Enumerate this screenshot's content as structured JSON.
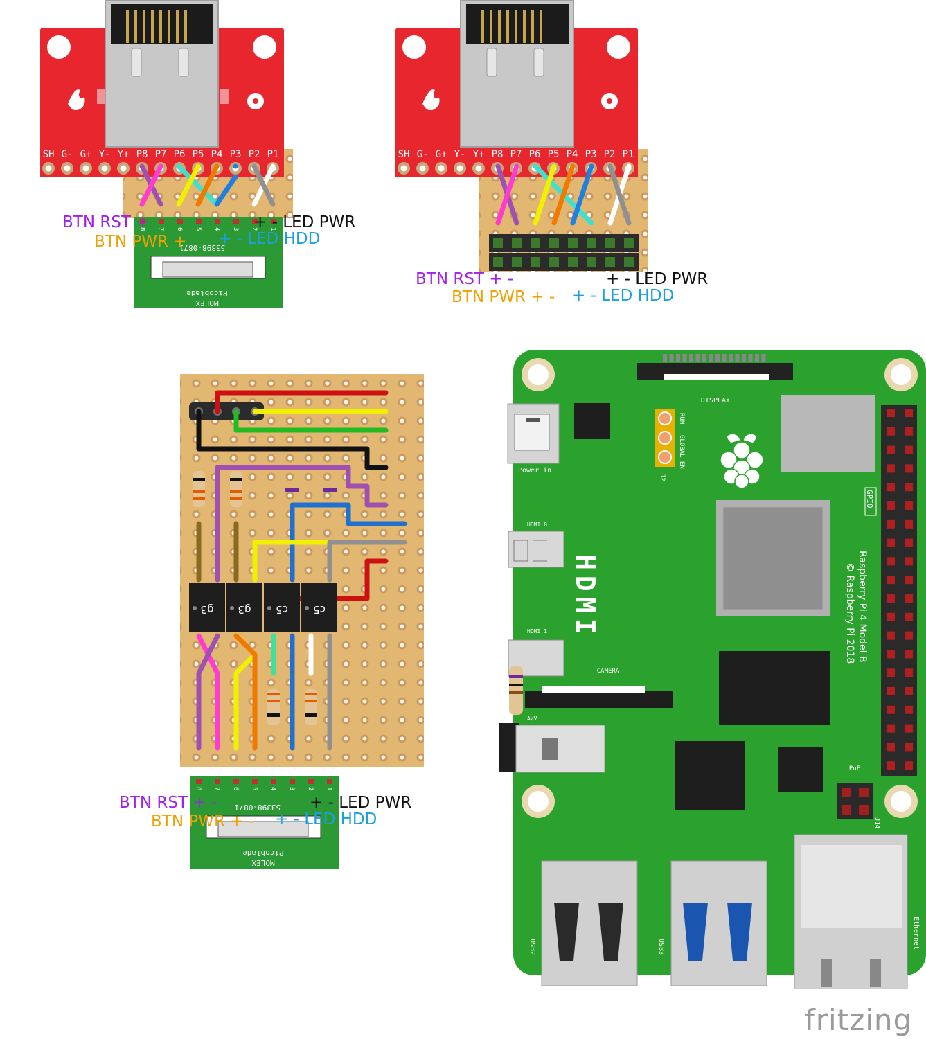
{
  "connector_labels": {
    "pins": [
      "SH",
      "G-",
      "G+",
      "Y-",
      "Y+",
      "P8",
      "P7",
      "P6",
      "P5",
      "P4",
      "P3",
      "P2",
      "P1"
    ]
  },
  "signal_labels": {
    "btn_rst": "BTN RST",
    "btn_pwr": "BTN PWR",
    "led_pwr": "LED PWR",
    "led_hdd": "LED HDD",
    "plus": "+",
    "minus": "-"
  },
  "molex": {
    "part_number": "53398-0871",
    "series": "Picoblade",
    "brand": "MOLEX",
    "pin_numbers": [
      "8",
      "7",
      "6",
      "5",
      "4",
      "3",
      "2",
      "1"
    ]
  },
  "stripboard_chips": [
    "g3",
    "g3",
    "c5",
    "c5"
  ],
  "raspberry_pi": {
    "model": "Raspberry Pi 4 Model B",
    "copyright": "© Raspberry Pi 2018",
    "display": "DISPLAY",
    "camera": "CAMERA",
    "power_in": "Power in",
    "hdmi0": "HDMI 0",
    "hdmi1": "HDMI 1",
    "hdmi_big": "HDMI",
    "av": "A/V",
    "gpio": "GPIO",
    "poe": "PoE",
    "j14": "J14",
    "j2": "J2",
    "run": "RUN",
    "global_en": "GLOBAL_EN",
    "usb2": "USB2",
    "usb3": "USB3",
    "ethernet": "Ethernet"
  },
  "watermark": "fritzing",
  "colors": {
    "sparkfun_red": "#e8262e",
    "pcb_green": "#2c9a34",
    "stripboard": "#e2b772",
    "pi_green": "#2ca22e"
  }
}
